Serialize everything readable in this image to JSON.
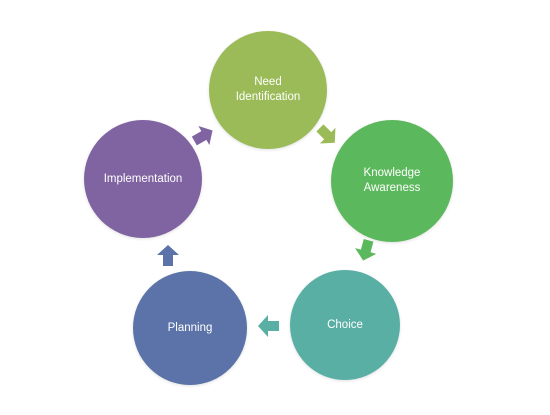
{
  "diagram": {
    "nodes": [
      {
        "id": "need",
        "label": "Need\nIdentification",
        "color": "#9bbb59"
      },
      {
        "id": "knowledge",
        "label": "Knowledge\nAwareness",
        "color": "#5cb85c"
      },
      {
        "id": "choice",
        "label": "Choice",
        "color": "#5aafa5"
      },
      {
        "id": "planning",
        "label": "Planning",
        "color": "#5b73a8"
      },
      {
        "id": "implementation",
        "label": "Implementation",
        "color": "#8064a2"
      }
    ],
    "arrows": [
      {
        "from": "need",
        "to": "knowledge",
        "color": "#9bbb59"
      },
      {
        "from": "knowledge",
        "to": "choice",
        "color": "#5cb85c"
      },
      {
        "from": "choice",
        "to": "planning",
        "color": "#5aafa5"
      },
      {
        "from": "planning",
        "to": "implementation",
        "color": "#5b73a8"
      },
      {
        "from": "implementation",
        "to": "need",
        "color": "#8064a2"
      }
    ]
  }
}
